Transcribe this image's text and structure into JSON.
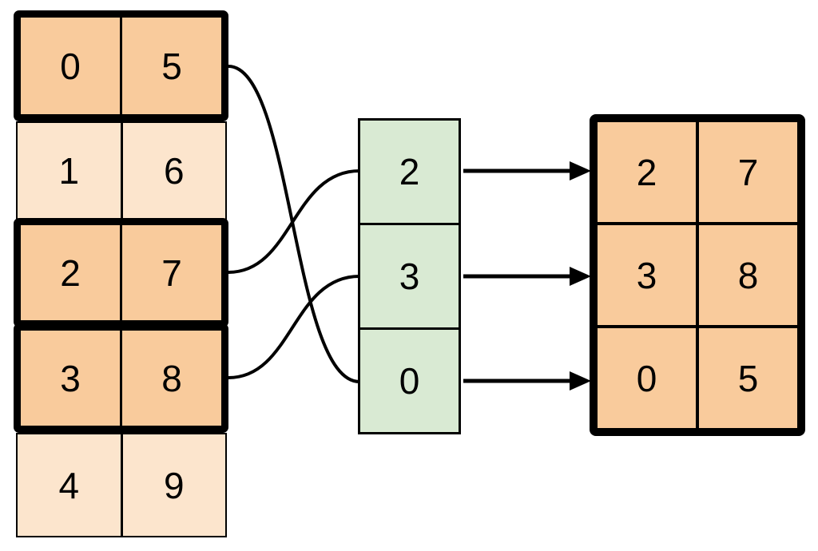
{
  "diagram": {
    "title": "array-row-indexing-diagram",
    "source_table": {
      "columns": 2,
      "rows": [
        {
          "selected": true,
          "cells": [
            "0",
            "5"
          ]
        },
        {
          "selected": false,
          "cells": [
            "1",
            "6"
          ]
        },
        {
          "selected": true,
          "cells": [
            "2",
            "7"
          ]
        },
        {
          "selected": true,
          "cells": [
            "3",
            "8"
          ]
        },
        {
          "selected": false,
          "cells": [
            "4",
            "9"
          ]
        }
      ]
    },
    "index_list": {
      "values": [
        "2",
        "3",
        "0"
      ]
    },
    "result_table": {
      "rows": [
        {
          "cells": [
            "2",
            "7"
          ]
        },
        {
          "cells": [
            "3",
            "8"
          ]
        },
        {
          "cells": [
            "0",
            "5"
          ]
        }
      ]
    },
    "connections": {
      "curves": [
        {
          "from": "source-row-0",
          "to": "index-cell-2"
        },
        {
          "from": "source-row-2",
          "to": "index-cell-0"
        },
        {
          "from": "source-row-3",
          "to": "index-cell-1"
        }
      ],
      "arrows": [
        {
          "from": "index-cell-0",
          "to": "result-row-0"
        },
        {
          "from": "index-cell-1",
          "to": "result-row-1"
        },
        {
          "from": "index-cell-2",
          "to": "result-row-2"
        }
      ]
    },
    "colors": {
      "selected_fill": "#f9cb9c",
      "unselected_fill": "#fce5cd",
      "index_fill": "#d9ead3",
      "line": "#000000",
      "background": "#ffffff"
    }
  }
}
